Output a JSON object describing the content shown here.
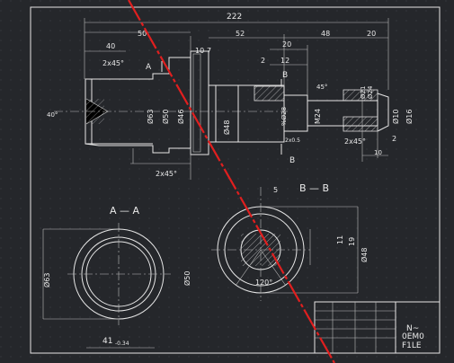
{
  "colors": {
    "background": "#25272b",
    "lines": "#e6e6e6",
    "cut_line": "#e01f1f"
  },
  "dimensions": {
    "overall": "222",
    "d40": "40",
    "d50": "50",
    "d52": "52",
    "d48": "48",
    "d20_top": "20",
    "d20_mid": "20",
    "d10": "10",
    "d7": "7",
    "d2": "2",
    "d12": "12",
    "chamfer_left": "2x45°",
    "chamfer_mid": "2x45°",
    "chamfer_right": "2x45°",
    "angle_40": "40°",
    "angle_45": "45°",
    "dia63": "Ø63",
    "dia50": "Ø50",
    "dia46": "Ø46",
    "dia48": "Ø48",
    "dia_thread": "M24",
    "dia_flat": "%Ø28",
    "dia21": "Ø21",
    "dia24": "Ø24",
    "dia10": "Ø10",
    "dia16": "Ø16",
    "small_2x0": "2x0.5",
    "d2_right": "2",
    "d10_right": "10"
  },
  "sections": {
    "label_a": "A",
    "label_b_top": "B",
    "label_b_bottom": "B",
    "section_aa_title": "A — A",
    "section_bb_title": "B — B",
    "aa_dia63": "Ø63",
    "aa_dia50": "Ø50",
    "aa_width": "41",
    "aa_tol": "-0.34",
    "bb_d5": "5",
    "bb_d11": "11",
    "bb_d19": "19",
    "bb_dia48": "Ø48",
    "bb_angle": "120°"
  },
  "title_block": {
    "line1": "N~",
    "line2": "0EM0",
    "line3": "F1LE"
  }
}
